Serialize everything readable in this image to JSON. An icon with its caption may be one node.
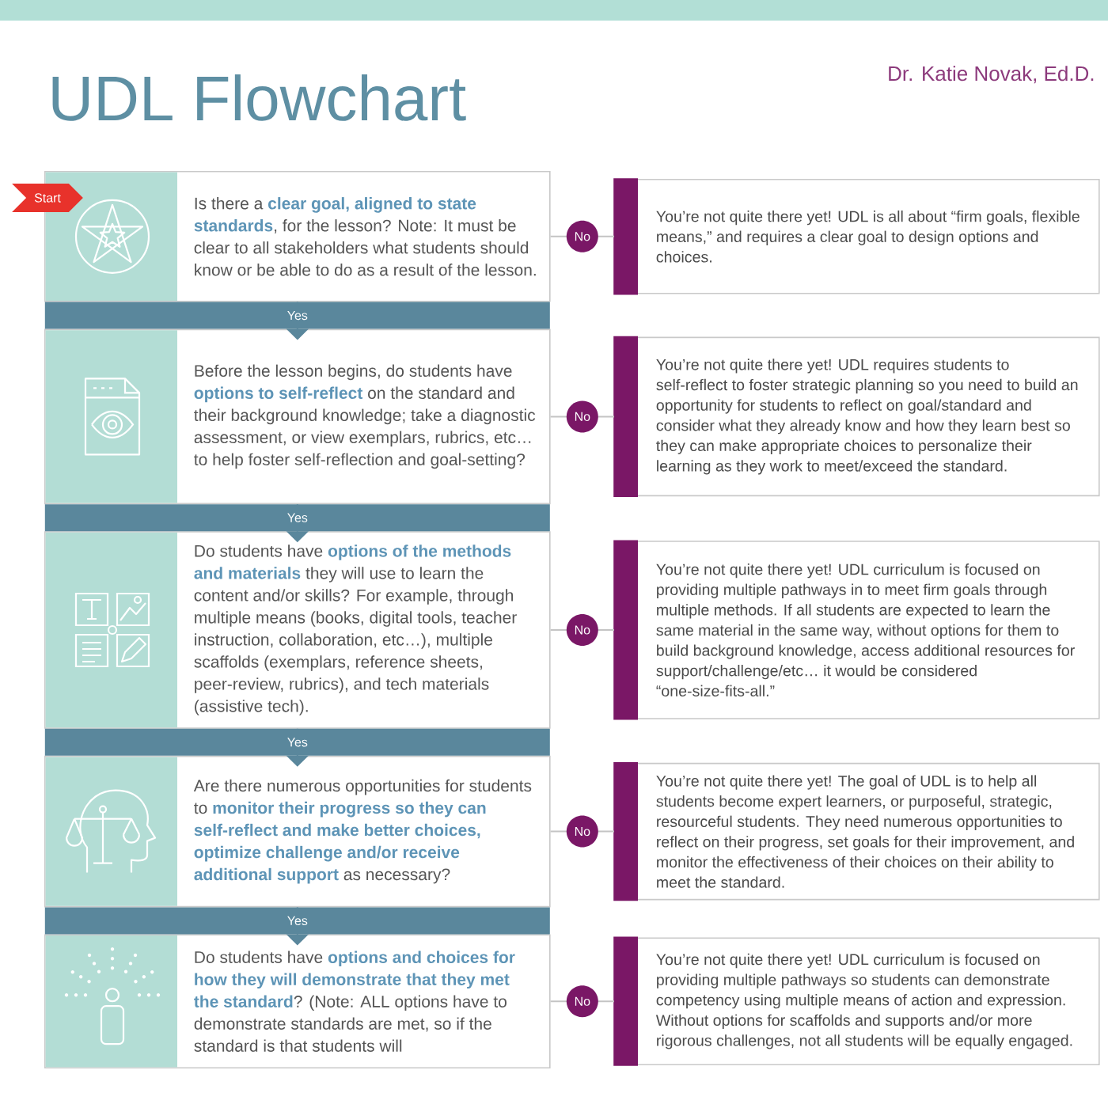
{
  "diagram": {
    "title": "UDL Flowchart",
    "nodes": [
      {
        "text": [
          "Start"
        ]
      },
      {
        "text": [
          "Is there a **clear goal, aligned to state standards**, for the lesson? Note: It must be clear to all stakeholders what students should know or be able to do as a result of the lesson."
        ]
      },
      {
        "text": [
          "Before the lesson begins, do students have **options to self-reflect** on the standard and their background knowledge; take a diagnostic assessment, or view exemplars, rubrics, etc… to help foster self-reflection and goal-setting?"
        ]
      },
      {
        "text": [
          "Do students have **options of the methods and materials** they will use to learn the content and/or skills? For example, through multiple means (books, digital tools, teacher instruction, collaboration, etc…), multiple scaffolds (exemplars, reference sheets, peer-review, rubrics), and tech materials (assistive tech)."
        ]
      },
      {
        "text": [
          "Are there numerous opportunities for students to **monitor their progress so they can self-reflect and make better choices, optimize challenge and/or receive additional support** as necessary?"
        ]
      },
      {
        "text": [
          "Do students have **options and choices for how they will demonstrate that they met the standard**? (Note: ALL options have to demonstrate standards are met, so if the standard is that students will"
        ]
      },
      {
        "text": [
          "You’re not quite there yet! UDL is all about “firm goals, flexible means,” and requires a clear goal to design options and choices."
        ]
      },
      {
        "text": [
          "You’re not quite there yet! UDL requires students to self-reflect to foster strategic planning so you need to build an opportunity for students to reflect on goal/standard and consider what they already know and how they learn best so they can make appropriate choices to personalize their learning as they work to meet/exceed the standard."
        ]
      },
      {
        "text": [
          "You’re not quite there yet! UDL curriculum is focused on providing multiple pathways in to meet firm goals through multiple methods. If all students are expected to learn the same material in the same way, without options for them to build background knowledge, access additional resources for support/challenge/etc… it would be considered “one-size-fits-all.”"
        ]
      },
      {
        "text": [
          "You’re not quite there yet! The goal of UDL is to help all students become expert learners, or purposeful, strategic, resourceful students. They need numerous opportunities to reflect on their progress, set goals for their improvement, and monitor the effectiveness of their choices on their ability to meet the standard."
        ]
      },
      {
        "text": [
          "You’re not quite there yet! UDL curriculum is focused on providing multiple pathways so students can demonstrate competency using multiple means of action and expression. Without options for scaffolds and supports and/or more rigorous challenges, not all students will be equally engaged."
        ]
      }
    ],
    "edges": [
      {
        "from": 1,
        "to": 2,
        "arrow": "to",
        "label": "Yes",
        "color": "#5a879c"
      },
      {
        "from": 2,
        "to": 3,
        "arrow": "to",
        "label": "Yes",
        "color": "#5a879c"
      },
      {
        "from": 3,
        "to": 4,
        "arrow": "to",
        "label": "Yes",
        "color": "#5a879c"
      },
      {
        "from": 4,
        "to": 5,
        "arrow": "to",
        "label": "Yes",
        "color": "#5a879c"
      },
      {
        "from": 1,
        "to": 6,
        "arrow": "none",
        "label": "No"
      },
      {
        "from": 2,
        "to": 7,
        "arrow": "none",
        "label": "No"
      },
      {
        "from": 3,
        "to": 8,
        "arrow": "none",
        "label": "No"
      },
      {
        "from": 4,
        "to": 9,
        "arrow": "none",
        "label": "No"
      },
      {
        "from": 5,
        "to": 10,
        "arrow": "none",
        "label": "No"
      }
    ],
    "labels": [
      "Dr. Katie Novak, Ed.D."
    ]
  }
}
